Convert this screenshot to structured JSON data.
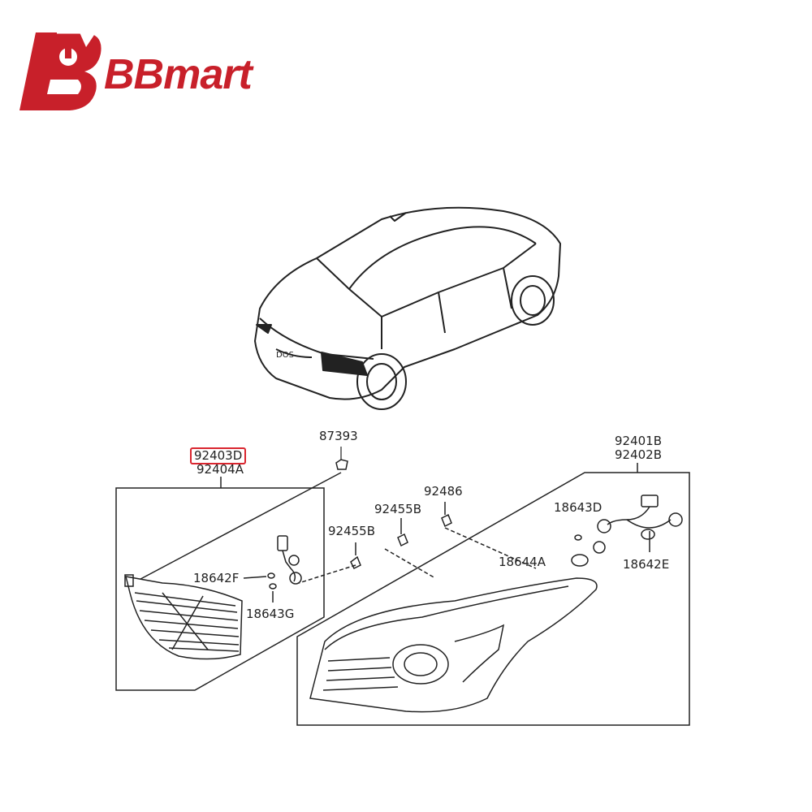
{
  "brand": {
    "name": "BBmart",
    "accent_color": "#c8202a",
    "logo_icon": "bb-wrench-logo-icon"
  },
  "highlight_color": "#d9262f",
  "parts": {
    "p92403D": "92403D",
    "p92404A": "92404A",
    "p87393": "87393",
    "p92401B": "92401B",
    "p92402B": "92402B",
    "p92486": "92486",
    "p92455B_a": "92455B",
    "p92455B_b": "92455B",
    "p18643D": "18643D",
    "p18644A": "18644A",
    "p18642E": "18642E",
    "p18642F": "18642F",
    "p18643G": "18643G"
  }
}
